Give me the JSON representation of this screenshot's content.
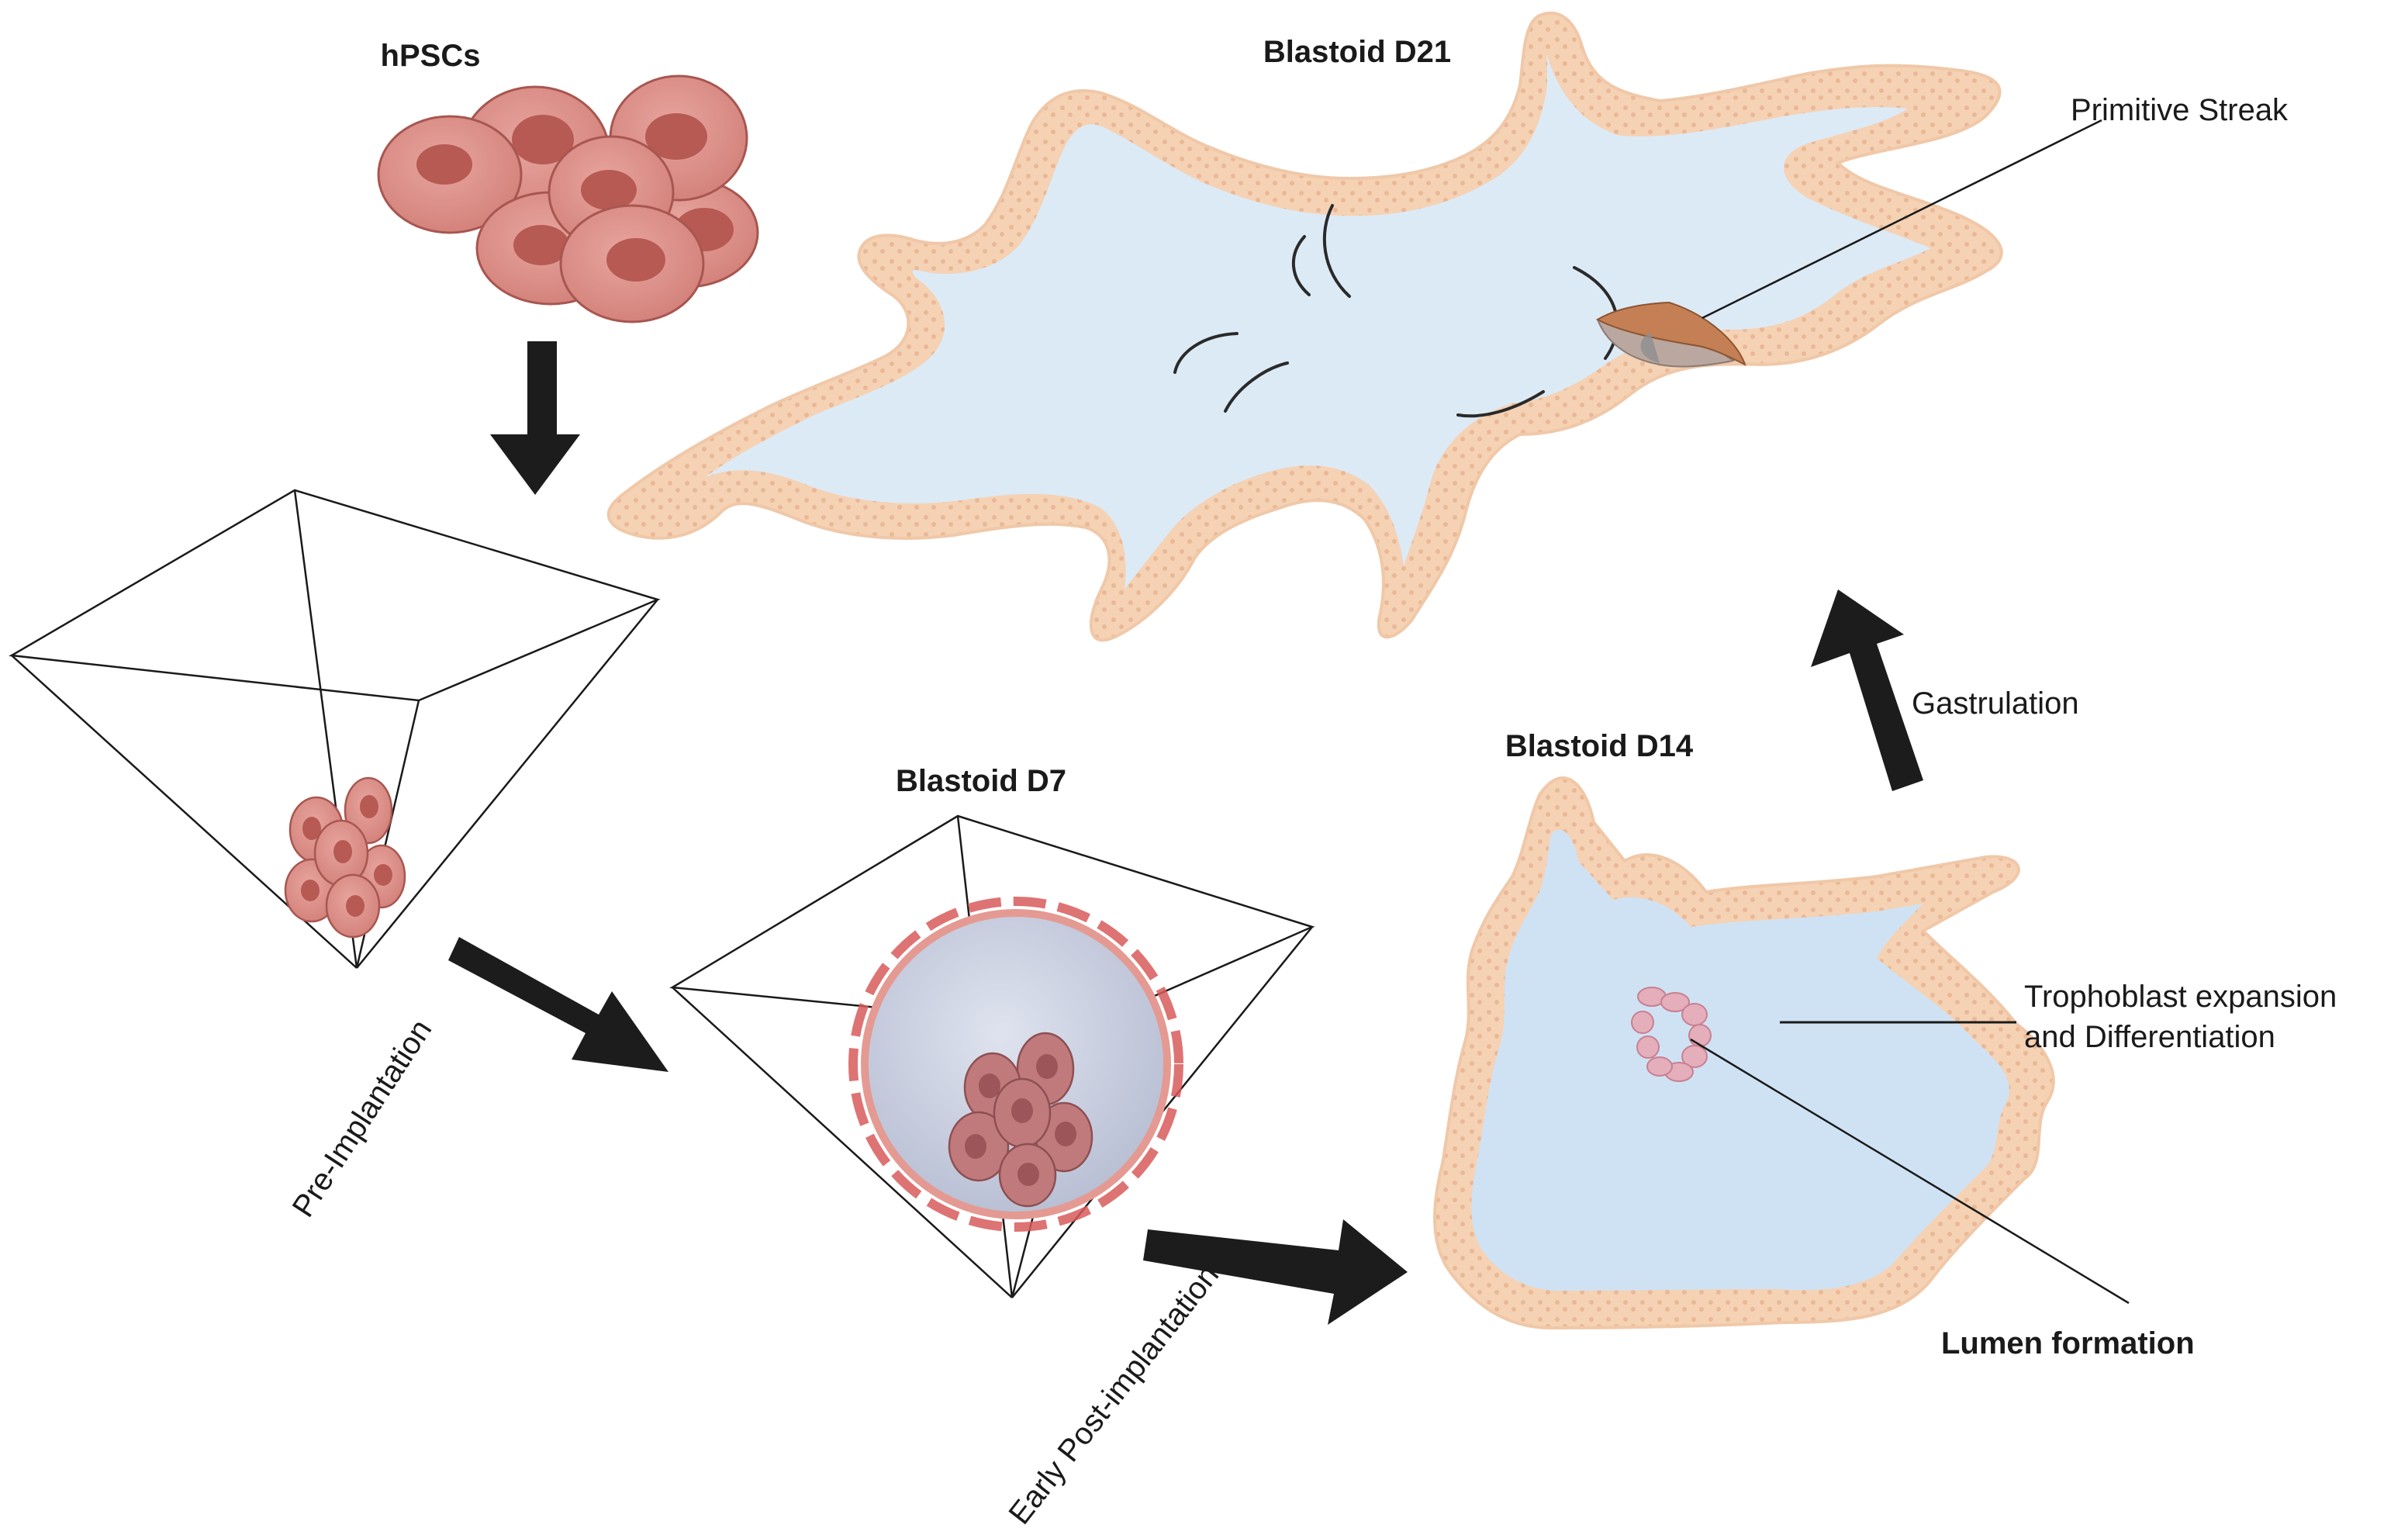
{
  "stages": {
    "hpsc": "hPSCs",
    "d7": "Blastoid D7",
    "d14": "Blastoid D14",
    "d21": "Blastoid D21"
  },
  "transitions": {
    "pre": "Pre-Implantation",
    "early_post": "Early Post-implantation",
    "gastrulation": "Gastrulation"
  },
  "annotations": {
    "primitive_streak": "Primitive Streak",
    "trophoblast_line1": "Trophoblast expansion",
    "trophoblast_line2": "and Differentiation",
    "lumen": "Lumen formation"
  },
  "colors": {
    "cell_fill": "#dc8f88",
    "cell_stroke": "#a85650",
    "nucleus": "#b75a54",
    "trophectoderm": "#f5d2b4",
    "cavity": "#dceaf6",
    "arrow": "#1c1c1c"
  }
}
